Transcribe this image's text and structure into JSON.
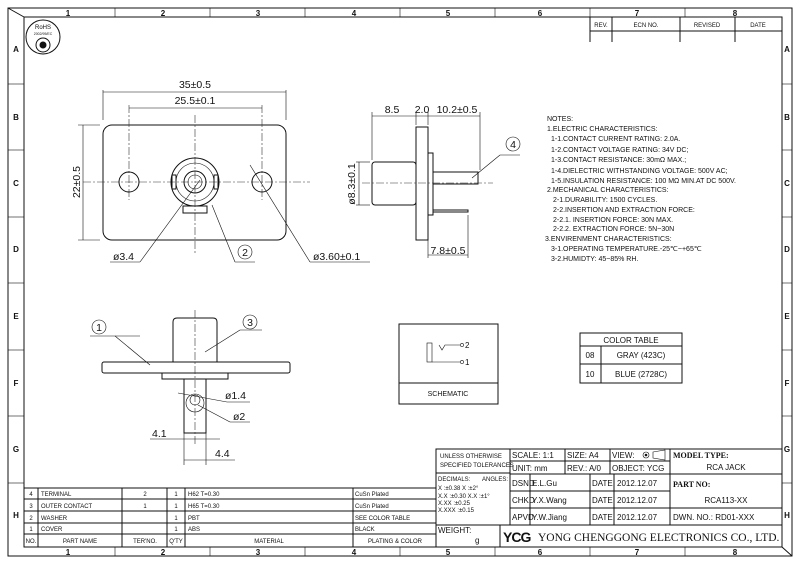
{
  "border": {
    "columns": [
      "1",
      "2",
      "3",
      "4",
      "5",
      "6",
      "7",
      "8"
    ],
    "rows": [
      "A",
      "B",
      "C",
      "D",
      "E",
      "F",
      "G",
      "H"
    ],
    "rohs_logo_text": "RoHS 2002/95/EC"
  },
  "revision_block": {
    "headers": [
      "REV.",
      "ECN NO.",
      "REVISED",
      "DATE"
    ]
  },
  "front_view": {
    "dim_width": "35±0.5",
    "dim_hole_spacing": "25.5±0.1",
    "dim_height": "22±0.5",
    "dim_center_hole": "ø3.4",
    "dim_mount_hole": "ø3.60±0.1",
    "balloon": "2"
  },
  "side_view": {
    "dim_front": "8.5",
    "dim_flange": "2.0",
    "dim_rear": "10.2±0.5",
    "dim_diameter": "ø8.3±0.1",
    "dim_terminal": "7.8±0.5",
    "balloon": "4"
  },
  "bottom_view": {
    "balloon_1": "1",
    "balloon_3": "3",
    "dim_pin": "ø1.4",
    "dim_hole": "ø2",
    "dim_a": "4.1",
    "dim_b": "4.4"
  },
  "notes": [
    "NOTES:",
    "1.ELECTRIC CHARACTERISTICS:",
    "1-1.CONTACT CURRENT RATING: 2.0A.",
    "1-2.CONTACT VOLTAGE RATING: 34V DC;",
    "1-3.CONTACT RESISTANCE: 30mΩ MAX.;",
    "1-4.DIELECTRIC WITHSTANDING VOLTAGE: 500V AC;",
    "1-5.INSULATION RESISTANCE: 100 MΩ MIN.AT DC 500V.",
    "2.MECHANICAL CHARACTERISTICS:",
    "2-1.DURABILITY: 1500 CYCLES.",
    "2-2.INSERTION AND EXTRACTION FORCE:",
    "2-2.1. INSERTION FORCE:    30N MAX.",
    "2-2.2. EXTRACTION FORCE: 5N~30N",
    "3.ENVIRENMENT CHARACTERISTICS:",
    "3-1.OPERATING TEMPERATURE.-25℃~+65℃",
    "3-2.HUMIDTY: 45~85% RH."
  ],
  "schematic": {
    "pin2": "2",
    "pin1": "1",
    "label": "SCHEMATIC"
  },
  "color_table": {
    "title": "COLOR TABLE",
    "rows": [
      {
        "code": "08",
        "color": "GRAY (423C)"
      },
      {
        "code": "10",
        "color": "BLUE (2728C)"
      }
    ]
  },
  "parts_list": {
    "headers": [
      "NO.",
      "PART NAME",
      "TER'NO.",
      "Q'TY",
      "MATERIAL",
      "PLATING & COLOR"
    ],
    "rows": [
      {
        "no": "4",
        "name": "TERMINAL",
        "ter": "2",
        "qty": "1",
        "material": "H62 T=0.30",
        "plating": "CuSn Plated"
      },
      {
        "no": "3",
        "name": "OUTER CONTACT",
        "ter": "1",
        "qty": "1",
        "material": "H65 T=0.30",
        "plating": "CuSn Plated"
      },
      {
        "no": "2",
        "name": "WASHER",
        "ter": "",
        "qty": "1",
        "material": "PBT",
        "plating": "SEE COLOR TABLE"
      },
      {
        "no": "1",
        "name": "COVER",
        "ter": "",
        "qty": "1",
        "material": "ABS",
        "plating": "BLACK"
      }
    ]
  },
  "title_block": {
    "tolerance_title_1": "UNLESS OTHERWISE",
    "tolerance_title_2": "SPECIFIED TOLERANCES",
    "tol_decimals": "DECIMALS:",
    "tol_angles": "ANGLES:",
    "tol_x": "X    :±0.38  X  :±2°",
    "tol_xx": "X.X  :±0.30  X.X :±1°",
    "tol_xxx": "X.XX  :±0.25",
    "tol_xxxx": "X.XXX :±0.15",
    "scale": "SCALE: 1:1",
    "size": "SIZE: A4",
    "view": "VIEW:",
    "unit": "UNIT: mm",
    "rev": "REV.: A/0",
    "object": "OBJECT: YCG",
    "model_type_label": "MODEL TYPE:",
    "model_type": "RCA JACK",
    "part_no_label": "PART NO:",
    "part_no": "RCA113-XX",
    "dwn_no": "DWN. NO.: RD01-XXX",
    "signoffs": [
      {
        "role": "DSND",
        "name": "E.L.Gu",
        "date_label": "DATE",
        "date": "2012.12.07"
      },
      {
        "role": "CHKD",
        "name": "Y.X.Wang",
        "date_label": "DATE",
        "date": "2012.12.07"
      },
      {
        "role": "APVD",
        "name": "Y.W.Jiang",
        "date_label": "DATE",
        "date": "2012.12.07"
      }
    ],
    "weight_label": "WEIGHT:",
    "weight_unit": "g",
    "logo": "YCG",
    "company": "YONG CHENGGONG ELECTRONICS CO., LTD."
  }
}
